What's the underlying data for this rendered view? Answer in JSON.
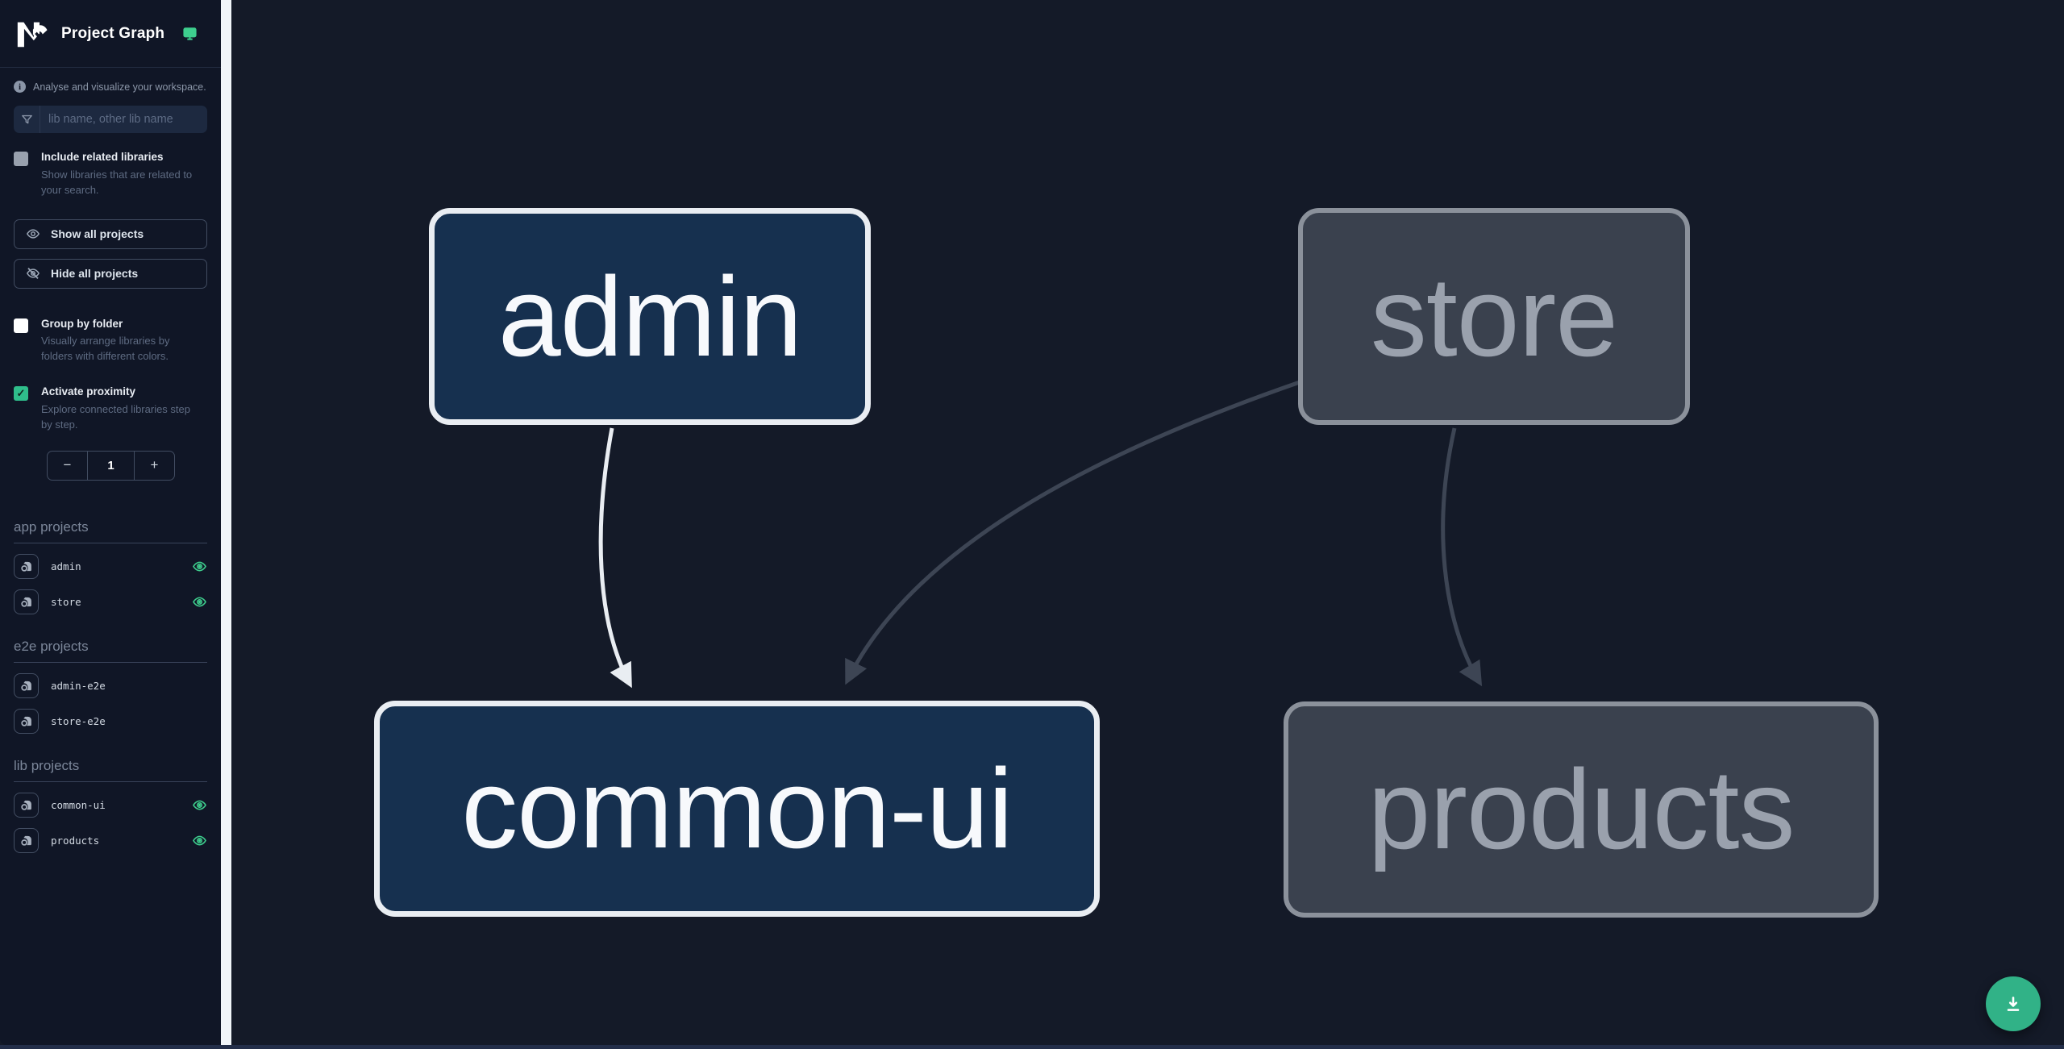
{
  "colors": {
    "accent_green": "#3ecf8e",
    "fab_background": "#31b287",
    "sidebar_background": "#101626",
    "canvas_background": "#141a28",
    "node_active_fill": "#16304f",
    "node_active_border": "#e9edf2",
    "node_muted_fill": "#3a414e",
    "node_muted_border": "#8b919b",
    "edge_active": "#e9edf2",
    "edge_muted": "#3d4554",
    "checkbox_checked": "#2fbe8b"
  },
  "sidebar": {
    "title": "Project Graph",
    "tagline": "Analyse and visualize your workspace.",
    "search_placeholder": "lib name, other lib name",
    "include_related": {
      "label": "Include related libraries",
      "description": "Show libraries that are related to your search.",
      "checked": false
    },
    "show_all_label": "Show all projects",
    "hide_all_label": "Hide all projects",
    "group_by_folder": {
      "label": "Group by folder",
      "description": "Visually arrange libraries by folders with different colors.",
      "checked": false
    },
    "proximity": {
      "label": "Activate proximity",
      "description": "Explore connected libraries step by step.",
      "checked": true,
      "decrement": "−",
      "value": "1",
      "increment": "+"
    },
    "sections": [
      {
        "title": "app projects",
        "items": [
          {
            "name": "admin",
            "eye": true
          },
          {
            "name": "store",
            "eye": true
          }
        ]
      },
      {
        "title": "e2e projects",
        "items": [
          {
            "name": "admin-e2e",
            "eye": false
          },
          {
            "name": "store-e2e",
            "eye": false
          }
        ]
      },
      {
        "title": "lib projects",
        "items": [
          {
            "name": "common-ui",
            "eye": true
          },
          {
            "name": "products",
            "eye": true
          }
        ]
      }
    ]
  },
  "graph": {
    "nodes": [
      {
        "label": "admin",
        "state": "active"
      },
      {
        "label": "store",
        "state": "muted"
      },
      {
        "label": "common-ui",
        "state": "active"
      },
      {
        "label": "products",
        "state": "muted"
      }
    ],
    "edges": [
      {
        "source": "admin",
        "target": "common-ui",
        "highlighted": true
      },
      {
        "source": "store",
        "target": "common-ui",
        "highlighted": false
      },
      {
        "source": "store",
        "target": "products",
        "highlighted": false
      }
    ]
  },
  "fab": {
    "action": "download graph image"
  }
}
